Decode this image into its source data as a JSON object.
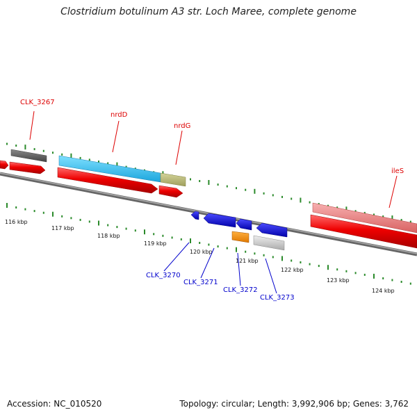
{
  "title": "Clostridium botulinum A3 str. Loch Maree, complete genome",
  "footer": {
    "accession": "Accession: NC_010520",
    "summary": "Topology: circular; Length: 3,992,906 bp; Genes: 3,762"
  },
  "colors": {
    "upper_label": "#dd0000",
    "lower_label": "#0000cc",
    "backbone": "#777777",
    "tick": "#2a8a2a"
  },
  "scale_labels": [
    "116 kbp",
    "117 kbp",
    "118 kbp",
    "119 kbp",
    "120 kbp",
    "121 kbp",
    "122 kbp",
    "123 kbp",
    "124 kbp"
  ],
  "upper_gene_labels": [
    "CLK_3267",
    "nrdD",
    "nrdG",
    "ileS"
  ],
  "lower_gene_labels": [
    "CLK_3270",
    "CLK_3271",
    "CLK_3272",
    "CLK_3273"
  ]
}
